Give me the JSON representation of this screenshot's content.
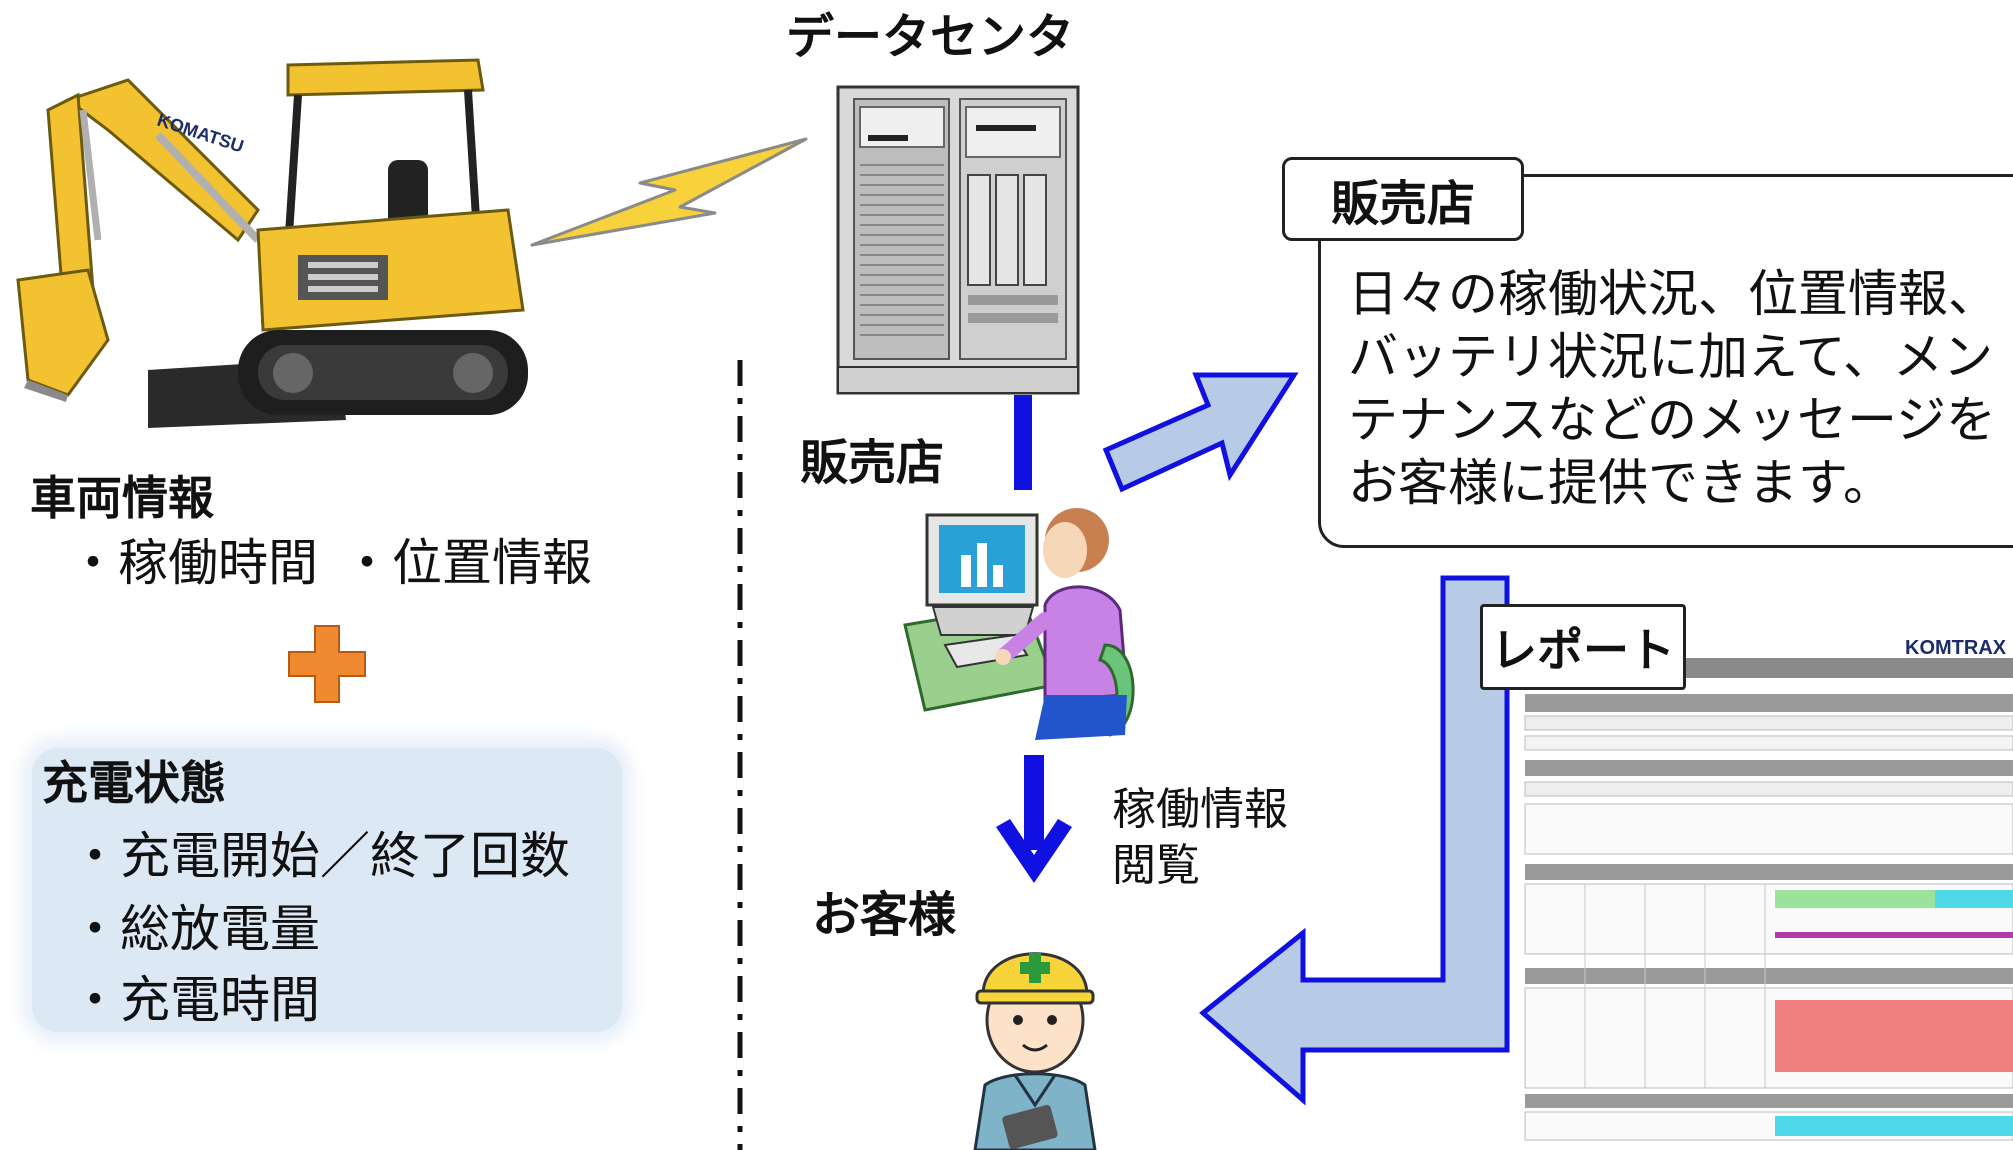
{
  "vehicle": {
    "title": "車両情報",
    "items": [
      "・稼働時間",
      "・位置情報"
    ],
    "brand": "KOMATSU"
  },
  "charge": {
    "title": "充電状態",
    "items": [
      "・充電開始／終了回数",
      "・総放電量",
      "・充電時間"
    ]
  },
  "center": {
    "datacenter": "データセンタ",
    "dealer": "販売店",
    "customer": "お客様",
    "ops_info": [
      "稼働情報",
      "閲覧"
    ]
  },
  "callout": {
    "tab": "販売店",
    "text": "日々の稼働状況、位置情報、バッテリ状況に加えて、メンテナンスなどのメッセージをお客様に提供できます。"
  },
  "report": {
    "tab": "レポート",
    "logo": "KOMTRAX"
  },
  "colors": {
    "machine_yellow": "#f2c230",
    "plus_orange": "#f08a30",
    "arrow_blue": "#1010e0",
    "arrow_fill": "#b7cbe6",
    "charge_bg": "#dde8f5"
  },
  "icons": [
    "excavator-icon",
    "lightning-icon",
    "server-icon",
    "operator-icon",
    "worker-icon",
    "report-document-icon",
    "plus-icon"
  ]
}
